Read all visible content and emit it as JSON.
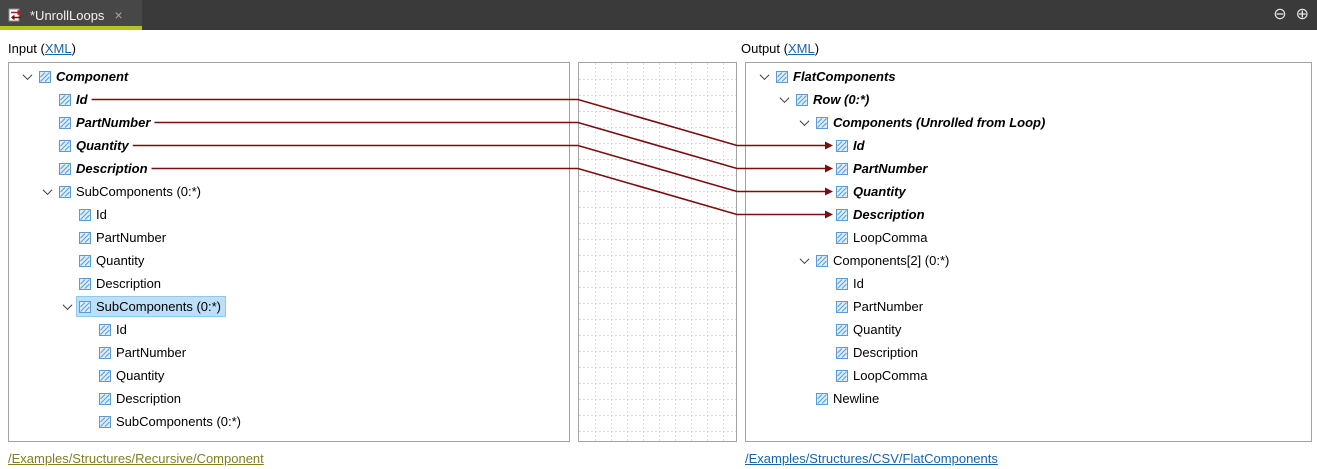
{
  "tab": {
    "title": "*UnrollLoops",
    "close_glyph": "×",
    "collapse_glyph": "⊖",
    "expand_glyph": "⊕"
  },
  "punct": {
    "open": " (",
    "close": ")"
  },
  "colors": {
    "tab_bar_bg": "#3a3a3a",
    "active_tab_underline": "#b5c41e",
    "connection_line": "#7a0e0e",
    "selection_bg": "#bde0f7",
    "node_icon_blue": "#5b9bd5",
    "link_blue": "#1464ad",
    "modified_link_olive": "#837d1e",
    "panel_border": "#a3a3a3",
    "grid_line": "#d9d9d9"
  },
  "input": {
    "label": "Input",
    "format_link": "XML",
    "path_link": "/Examples/Structures/Recursive/Component",
    "tree": [
      {
        "label": "Component",
        "level": 0,
        "mapped": true,
        "expanded": true
      },
      {
        "label": "Id",
        "level": 1,
        "mapped": true
      },
      {
        "label": "PartNumber",
        "level": 1,
        "mapped": true
      },
      {
        "label": "Quantity",
        "level": 1,
        "mapped": true
      },
      {
        "label": "Description",
        "level": 1,
        "mapped": true
      },
      {
        "label": "SubComponents (0:*)",
        "level": 1,
        "expanded": true
      },
      {
        "label": "Id",
        "level": 2
      },
      {
        "label": "PartNumber",
        "level": 2
      },
      {
        "label": "Quantity",
        "level": 2
      },
      {
        "label": "Description",
        "level": 2
      },
      {
        "label": "SubComponents (0:*)",
        "level": 2,
        "expanded": true,
        "selected": true
      },
      {
        "label": "Id",
        "level": 3
      },
      {
        "label": "PartNumber",
        "level": 3
      },
      {
        "label": "Quantity",
        "level": 3
      },
      {
        "label": "Description",
        "level": 3
      },
      {
        "label": "SubComponents (0:*)",
        "level": 3
      }
    ]
  },
  "output": {
    "label": "Output",
    "format_link": "XML",
    "path_link": "/Examples/Structures/CSV/FlatComponents",
    "tree": [
      {
        "label": "FlatComponents",
        "level": 0,
        "mapped": true,
        "expanded": true
      },
      {
        "label": "Row (0:*)",
        "level": 1,
        "mapped": true,
        "expanded": true
      },
      {
        "label": "Components (Unrolled from Loop)",
        "level": 2,
        "mapped": true,
        "expanded": true
      },
      {
        "label": "Id",
        "level": 3,
        "mapped": true
      },
      {
        "label": "PartNumber",
        "level": 3,
        "mapped": true
      },
      {
        "label": "Quantity",
        "level": 3,
        "mapped": true
      },
      {
        "label": "Description",
        "level": 3,
        "mapped": true
      },
      {
        "label": "LoopComma",
        "level": 3
      },
      {
        "label": "Components[2] (0:*)",
        "level": 2,
        "expanded": true
      },
      {
        "label": "Id",
        "level": 3
      },
      {
        "label": "PartNumber",
        "level": 3
      },
      {
        "label": "Quantity",
        "level": 3
      },
      {
        "label": "Description",
        "level": 3
      },
      {
        "label": "LoopComma",
        "level": 3
      },
      {
        "label": "Newline",
        "level": 2
      }
    ]
  },
  "connections": [
    {
      "from_input_index": 1,
      "to_output_index": 3
    },
    {
      "from_input_index": 2,
      "to_output_index": 4
    },
    {
      "from_input_index": 3,
      "to_output_index": 5
    },
    {
      "from_input_index": 4,
      "to_output_index": 6
    }
  ]
}
